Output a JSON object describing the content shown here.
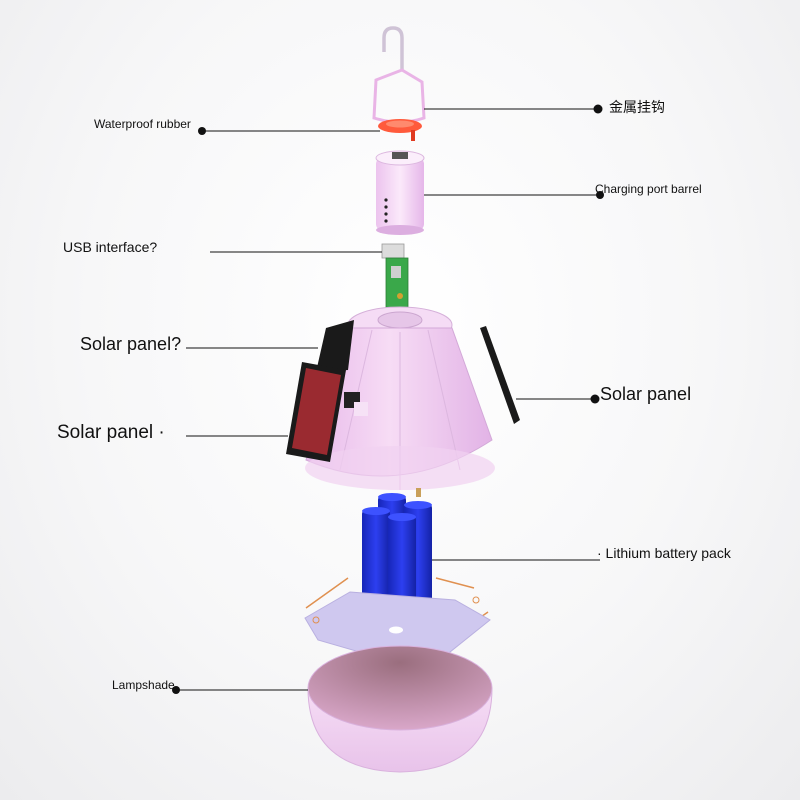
{
  "labels": {
    "metal_hook": "金属挂钩",
    "waterproof_rubber": "Waterproof rubber",
    "charging_port_barrel": "Charging port barrel",
    "usb_interface": "USB interface?",
    "solar_panel_top_left": "Solar panel?",
    "solar_panel_right": "Solar panel",
    "solar_panel_left": "Solar panel ·",
    "lithium_battery_pack": "· Lithium battery pack",
    "lampshade": "Lampshade"
  },
  "colors": {
    "body_pink": "#f3cdf0",
    "rubber_orange": "#ff5a3c",
    "pcb_green": "#3aa84a",
    "battery_blue": "#1f2fe0",
    "panel_red": "#9a2a30",
    "plate_lavender": "#cfc8ef"
  }
}
